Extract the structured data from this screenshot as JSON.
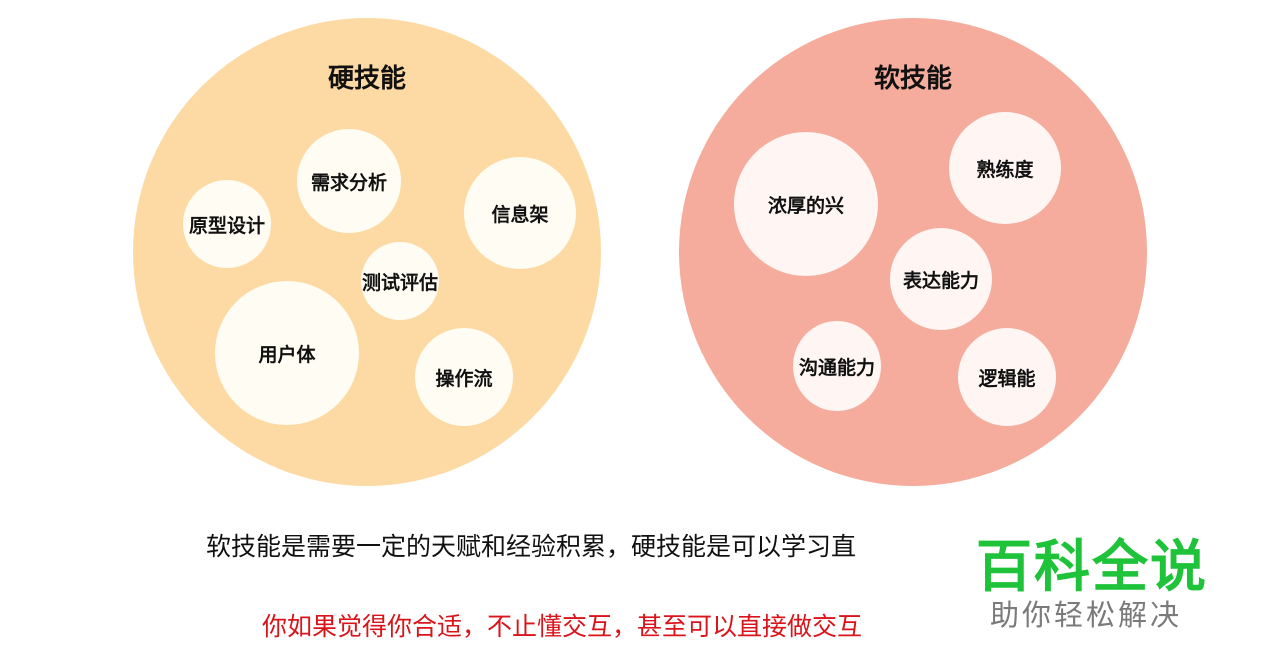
{
  "colors": {
    "hard_bg": "#fddaa3",
    "hard_bubble": "#fffdf3",
    "soft_bg": "#f5ac9c",
    "soft_bubble": "#fff6f4",
    "caption_main": "#111111",
    "caption_accent": "#d9141b",
    "logo_green": "#1fc33a",
    "logo_gray": "#7a7a7a"
  },
  "hard_skills": {
    "title": "硬技能",
    "items": [
      {
        "label": "需求分析"
      },
      {
        "label": "原型设计"
      },
      {
        "label": "信息架"
      },
      {
        "label": "测试评估"
      },
      {
        "label": "用户体"
      },
      {
        "label": "操作流"
      }
    ]
  },
  "soft_skills": {
    "title": "软技能",
    "items": [
      {
        "label": "浓厚的兴"
      },
      {
        "label": "熟练度"
      },
      {
        "label": "表达能力"
      },
      {
        "label": "沟通能力"
      },
      {
        "label": "逻辑能"
      }
    ]
  },
  "captions": {
    "line1": "软技能是需要一定的天赋和经验积累，硬技能是可以学习直",
    "line2": "你如果觉得你合适，不止懂交互，甚至可以直接做交互"
  },
  "watermark": {
    "title": "百科全说",
    "subtitle": "助你轻松解决"
  }
}
